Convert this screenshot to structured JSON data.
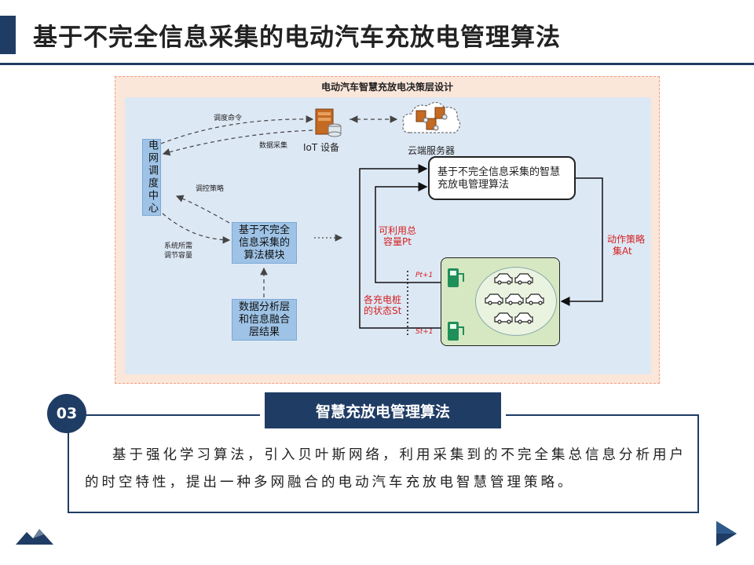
{
  "page_title": "基于不完全信息采集的电动汽车充放电管理算法",
  "diagram": {
    "caption": "电动汽车智慧充放电决策层设计",
    "grid_center": "电网调度中心",
    "iot_label": "IoT 设备",
    "cloud_label": "云端服务器",
    "dispatch_command": "调度命令",
    "data_collection": "数据采集",
    "control_strategy": "调控策略",
    "system_capacity_line1": "系统所需",
    "system_capacity_line2": "调节容量",
    "algo_module": "基于不完全信息采集的算法模块",
    "data_layer": "数据分析层和信息融合层结果",
    "smart_algo": "基于不完全信息采集的智慧充放电管理算法",
    "available_capacity_line1": "可利用总",
    "available_capacity_line2": "容量Pt",
    "action_strategy_line1": "动作策略",
    "action_strategy_line2": "集At",
    "pile_state_line1": "各充电桩",
    "pile_state_line2": "的状态St",
    "p_label": "Pt+1",
    "s_label": "St+1"
  },
  "section": {
    "number": "03",
    "header": "智慧充放电管理算法",
    "text": "基于强化学习算法，引入贝叶斯网络，利用采集到的不完全集总信息分析用户的时空特性，提出一种多网融合的电动汽车充放电智慧管理策略。"
  },
  "colors": {
    "navy": "#1f3c64",
    "light_blue": "#9ec3e6",
    "red": "#d42020",
    "green_panel": "#d6e8c2"
  }
}
